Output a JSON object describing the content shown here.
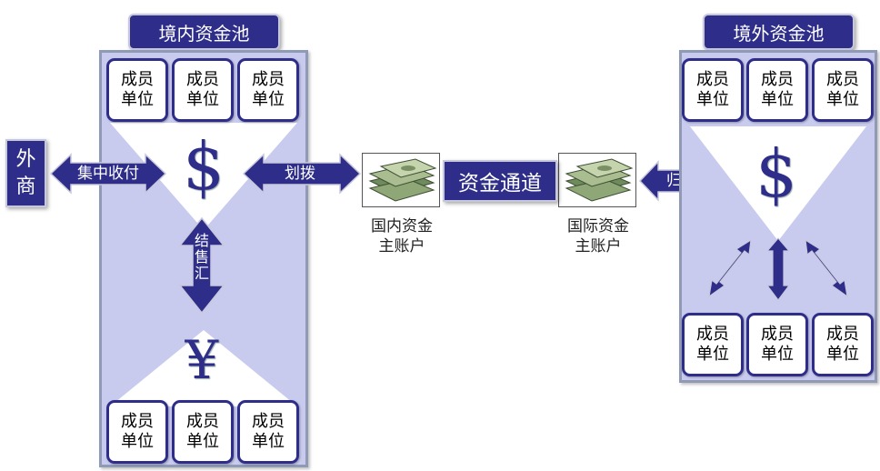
{
  "domestic_pool": {
    "title": "境内资金池",
    "top_units": [
      {
        "line1": "成员",
        "line2": "单位"
      },
      {
        "line1": "成员",
        "line2": "单位"
      },
      {
        "line1": "成员",
        "line2": "单位"
      }
    ],
    "bottom_units": [
      {
        "line1": "成员",
        "line2": "单位"
      },
      {
        "line1": "成员",
        "line2": "单位"
      },
      {
        "line1": "成员",
        "line2": "单位"
      }
    ],
    "dollar_symbol": "$",
    "yuan_symbol": "¥",
    "fx_label": "结售汇"
  },
  "overseas_pool": {
    "title": "境外资金池",
    "top_units": [
      {
        "line1": "成员",
        "line2": "单位"
      },
      {
        "line1": "成员",
        "line2": "单位"
      },
      {
        "line1": "成员",
        "line2": "单位"
      }
    ],
    "bottom_units": [
      {
        "line1": "成员",
        "line2": "单位"
      },
      {
        "line1": "成员",
        "line2": "单位"
      },
      {
        "line1": "成员",
        "line2": "单位"
      }
    ],
    "dollar_symbol": "$"
  },
  "foreign_merchant": {
    "line1": "外",
    "line2": "商"
  },
  "arrows": {
    "centralized_payment": "集中收付",
    "transfer": "划拨",
    "collection": "归集"
  },
  "channel": {
    "label": "资金通道"
  },
  "domestic_account": {
    "line1": "国内资金",
    "line2": "主账户"
  },
  "international_account": {
    "line1": "国际资金",
    "line2": "主账户"
  },
  "colors": {
    "navy": "#2e2e8a",
    "pool_fill": "#c9cbee",
    "pool_border": "#8f9ab7"
  }
}
